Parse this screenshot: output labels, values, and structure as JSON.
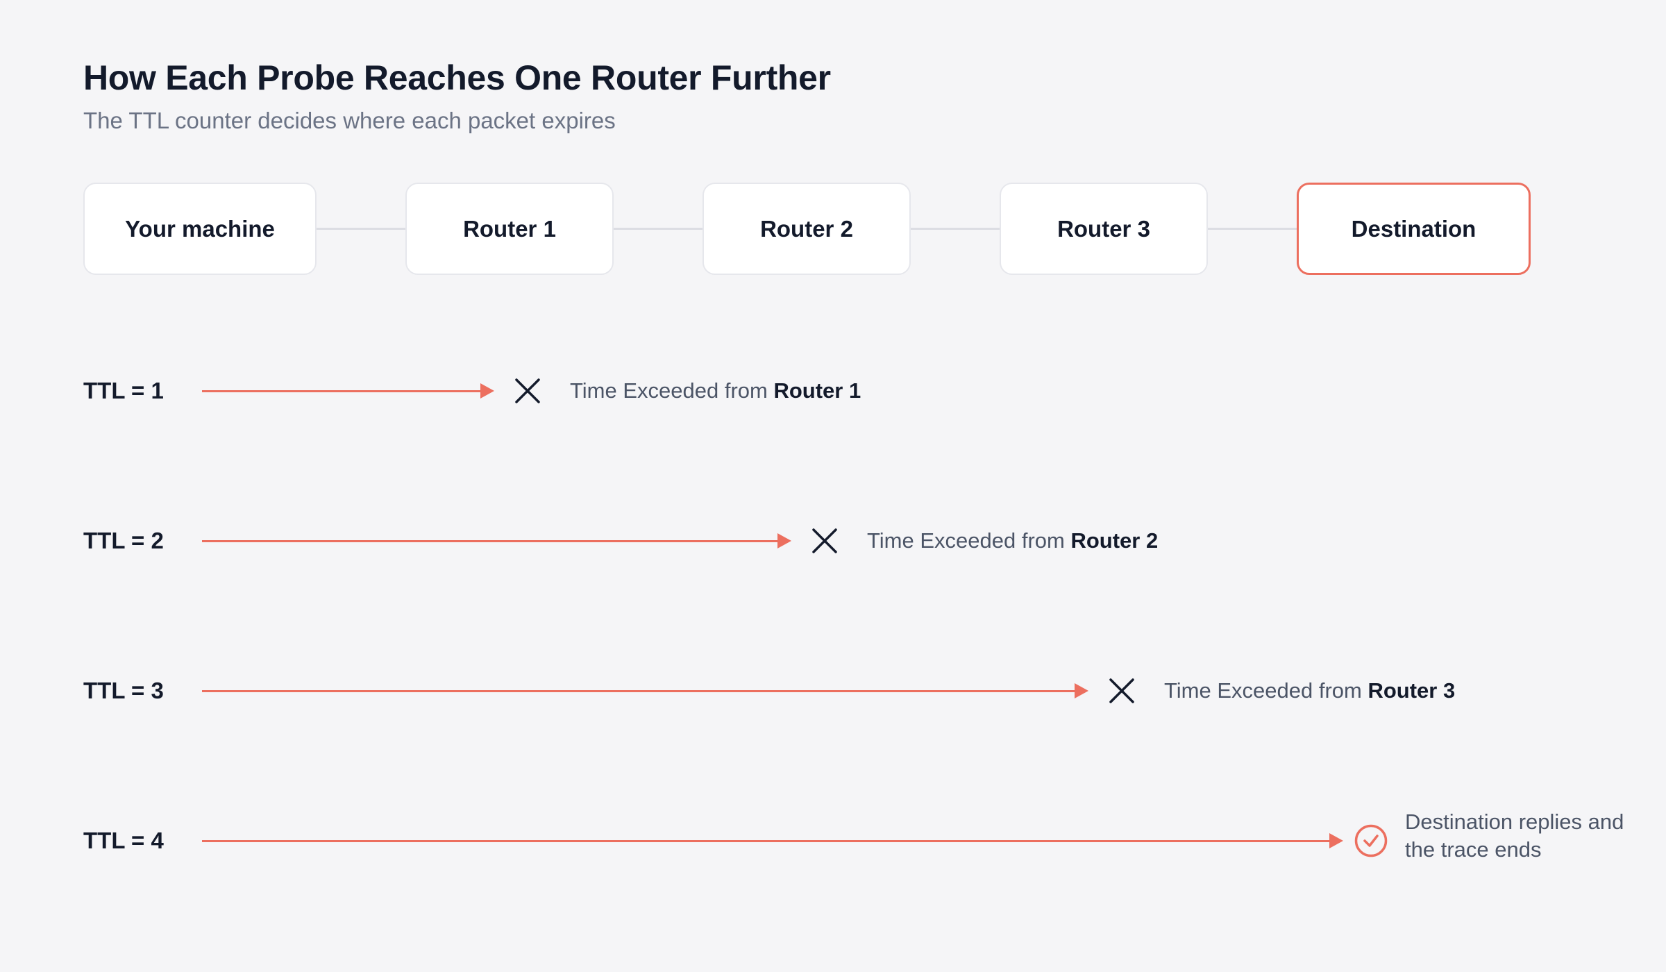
{
  "header": {
    "title": "How Each Probe Reaches One Router Further",
    "subtitle": "The TTL counter decides where each packet expires"
  },
  "path": {
    "nodes": [
      "Your machine",
      "Router 1",
      "Router 2",
      "Router 3",
      "Destination"
    ],
    "highlighted_node": "Destination"
  },
  "probes": [
    {
      "label": "TTL = 1",
      "result": "expired",
      "reply_prefix": "Time Exceeded from ",
      "reply_router": "Router 1"
    },
    {
      "label": "TTL = 2",
      "result": "expired",
      "reply_prefix": "Time Exceeded from ",
      "reply_router": "Router 2"
    },
    {
      "label": "TTL = 3",
      "result": "expired",
      "reply_prefix": "Time Exceeded from ",
      "reply_router": "Router 3"
    },
    {
      "label": "TTL = 4",
      "result": "reached",
      "reply": "Destination replies and the trace ends"
    }
  ],
  "icons": {
    "expired": "close-icon",
    "reached": "check-circle-icon"
  },
  "colors": {
    "accent": "#ec6f5f",
    "text": "#131a2b",
    "muted": "#6b7385",
    "background": "#f5f5f7",
    "node_border": "#e6e7ec"
  }
}
